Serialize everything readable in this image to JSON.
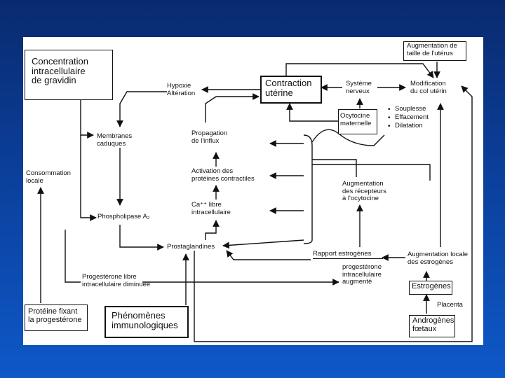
{
  "colors": {
    "background_top": "#0a2a6e",
    "background_bottom": "#0e58c8",
    "panel": "#ffffff",
    "ink": "#111111"
  },
  "diagram": {
    "nodes": {
      "gravidin": "Concentration\nintracellulaire\nde gravidin",
      "augmentation_taille": "Augmentation de\ntaille de l'utérus",
      "hypoxie": "Hypoxie\nAltération",
      "contraction": "Contraction\nutérine",
      "systeme_nerveux": "Système\nnerveux",
      "modification_col": "Modification\ndu col utérin",
      "ocytocine": "Ocytocine\nmaternelle",
      "souplesse": "Souplesse",
      "effacement": "Effacement",
      "dilatation": "Dilatation",
      "membranes": "Membranes\ncaduques",
      "propagation": "Propagation\nde l'influx",
      "consommation": "Consommation\nlocale",
      "activation": "Activation des\nprotéines contractiles",
      "augmentation_recepteurs": "Augmentation\ndes récepteurs\nà l'ocytocine",
      "calcium": "Ca⁺⁺ libre\nintracellulaire",
      "phospholipase": "Phospholipase A₂",
      "prostaglandines": "Prostaglandines",
      "rapport": "Rapport estrogènes",
      "progesterone_augmente": "progestérone\nintracellulaire\naugmenté",
      "augmentation_locale": "Augmentation locale\ndes estrogènes",
      "progesterone_libre": "Progestérone libre\nintracellulaire diminuée",
      "estrogenes": "Estrogènes",
      "placenta": "Placenta",
      "proteine_fixant": "Protéine fixant\nla progestérone",
      "phenomenes": "Phénomènes\nimmunologiques",
      "androgenes": "Androgènes\nfœtaux"
    }
  }
}
